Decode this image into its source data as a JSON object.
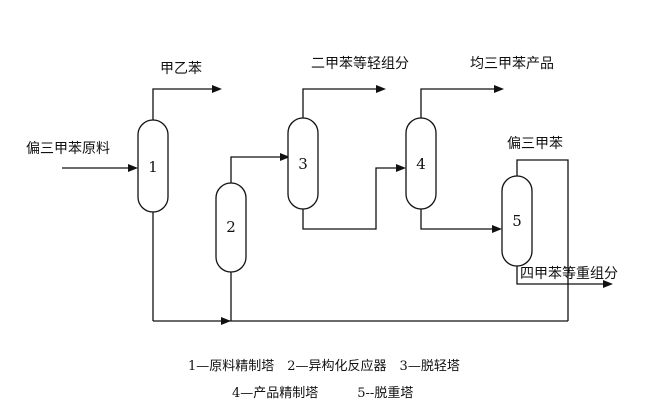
{
  "streams": {
    "feed": "偏三甲苯原料",
    "ethyltoluene": "甲乙苯",
    "light_fraction": "二甲苯等轻组分",
    "mesitylene_product": "均三甲苯产品",
    "pseudocumene": "偏三甲苯",
    "heavy_fraction": "四甲苯等重组分"
  },
  "units": {
    "u1": "1",
    "u2": "2",
    "u3": "3",
    "u4": "4",
    "u5": "5"
  },
  "legend": {
    "line1": "1—原料精制塔　2—异构化反应器　3—脱轻塔",
    "line2": "4—产品精制塔　　　5--脱重塔"
  }
}
